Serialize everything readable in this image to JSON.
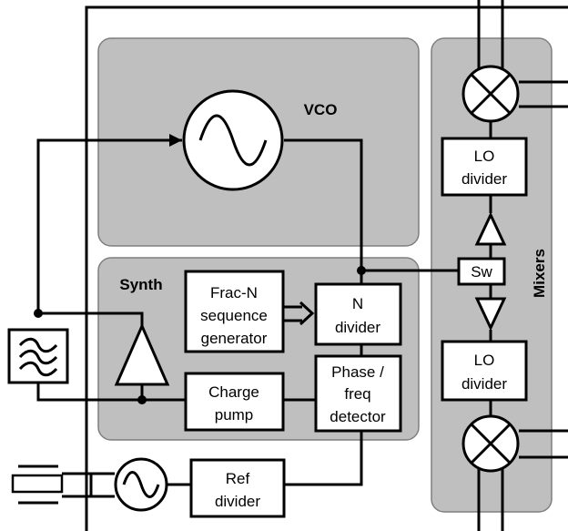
{
  "sections": {
    "vco": "VCO",
    "synth": "Synth",
    "mixers": "Mixers"
  },
  "blocks": {
    "frac_n": [
      "Frac-N",
      "sequence",
      "generator"
    ],
    "n_divider": [
      "N",
      "divider"
    ],
    "charge_pump": [
      "Charge",
      "pump"
    ],
    "phase_detector": [
      "Phase /",
      "freq",
      "detector"
    ],
    "ref_divider": [
      "Ref",
      "divider"
    ],
    "lo_divider_top": [
      "LO",
      "divider"
    ],
    "lo_divider_bottom": [
      "LO",
      "divider"
    ],
    "switch": "Sw"
  },
  "icons": [
    "oscillator-icon",
    "loop-filter-icon",
    "amplifier-icon",
    "mixer-icon",
    "crystal-icon",
    "buffer-triangle-icon"
  ]
}
